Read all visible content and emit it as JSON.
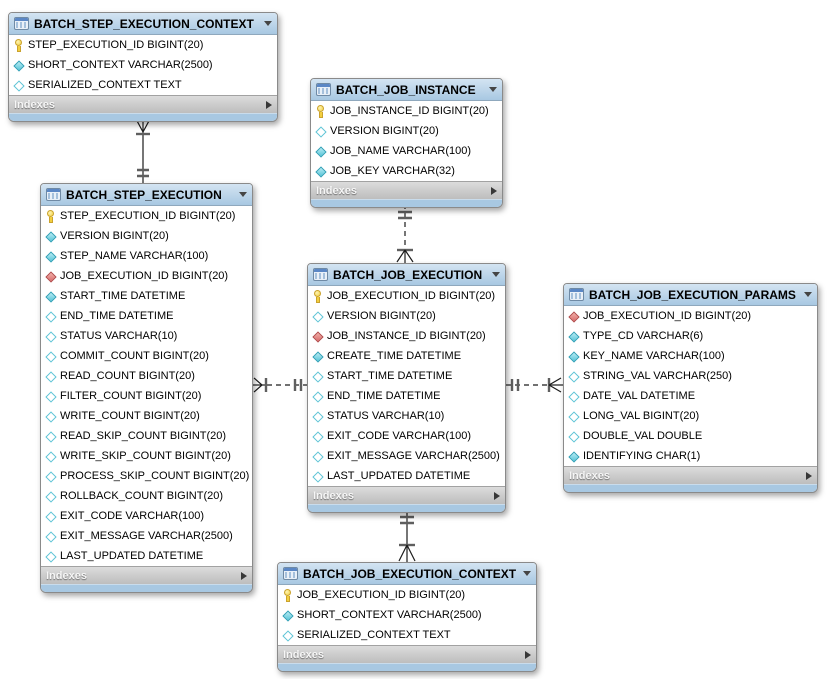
{
  "diagram": {
    "labels": {
      "indexes": "Indexes"
    },
    "colors": {
      "table_header_blue": "#aecbe4",
      "table_footer_blue": "#a8c8e2",
      "indexes_bar_gray": "#c6c6c6",
      "primary_key_yellow": "#f3cf3e",
      "not_null_cyan": "#6fd2e2",
      "foreign_key_red": "#d96c6c",
      "relationship_line": "#1c1c1c"
    },
    "tables": [
      {
        "title": "BATCH_STEP_EXECUTION_CONTEXT",
        "columns": [
          {
            "icon": "primary-key-icon",
            "text": "STEP_EXECUTION_ID BIGINT(20)"
          },
          {
            "icon": "not-null-icon",
            "text": "SHORT_CONTEXT VARCHAR(2500)"
          },
          {
            "icon": "nullable-icon",
            "text": "SERIALIZED_CONTEXT TEXT"
          }
        ]
      },
      {
        "title": "BATCH_JOB_INSTANCE",
        "columns": [
          {
            "icon": "primary-key-icon",
            "text": "JOB_INSTANCE_ID BIGINT(20)"
          },
          {
            "icon": "nullable-icon",
            "text": "VERSION BIGINT(20)"
          },
          {
            "icon": "not-null-icon",
            "text": "JOB_NAME VARCHAR(100)"
          },
          {
            "icon": "not-null-icon",
            "text": "JOB_KEY VARCHAR(32)"
          }
        ]
      },
      {
        "title": "BATCH_STEP_EXECUTION",
        "columns": [
          {
            "icon": "primary-key-icon",
            "text": "STEP_EXECUTION_ID BIGINT(20)"
          },
          {
            "icon": "not-null-icon",
            "text": "VERSION BIGINT(20)"
          },
          {
            "icon": "not-null-icon",
            "text": "STEP_NAME VARCHAR(100)"
          },
          {
            "icon": "foreign-key-icon",
            "text": "JOB_EXECUTION_ID BIGINT(20)"
          },
          {
            "icon": "not-null-icon",
            "text": "START_TIME DATETIME"
          },
          {
            "icon": "nullable-icon",
            "text": "END_TIME DATETIME"
          },
          {
            "icon": "nullable-icon",
            "text": "STATUS VARCHAR(10)"
          },
          {
            "icon": "nullable-icon",
            "text": "COMMIT_COUNT BIGINT(20)"
          },
          {
            "icon": "nullable-icon",
            "text": "READ_COUNT BIGINT(20)"
          },
          {
            "icon": "nullable-icon",
            "text": "FILTER_COUNT BIGINT(20)"
          },
          {
            "icon": "nullable-icon",
            "text": "WRITE_COUNT BIGINT(20)"
          },
          {
            "icon": "nullable-icon",
            "text": "READ_SKIP_COUNT BIGINT(20)"
          },
          {
            "icon": "nullable-icon",
            "text": "WRITE_SKIP_COUNT BIGINT(20)"
          },
          {
            "icon": "nullable-icon",
            "text": "PROCESS_SKIP_COUNT BIGINT(20)"
          },
          {
            "icon": "nullable-icon",
            "text": "ROLLBACK_COUNT BIGINT(20)"
          },
          {
            "icon": "nullable-icon",
            "text": "EXIT_CODE VARCHAR(100)"
          },
          {
            "icon": "nullable-icon",
            "text": "EXIT_MESSAGE VARCHAR(2500)"
          },
          {
            "icon": "nullable-icon",
            "text": "LAST_UPDATED DATETIME"
          }
        ]
      },
      {
        "title": "BATCH_JOB_EXECUTION",
        "columns": [
          {
            "icon": "primary-key-icon",
            "text": "JOB_EXECUTION_ID BIGINT(20)"
          },
          {
            "icon": "nullable-icon",
            "text": "VERSION BIGINT(20)"
          },
          {
            "icon": "foreign-key-icon",
            "text": "JOB_INSTANCE_ID BIGINT(20)"
          },
          {
            "icon": "not-null-icon",
            "text": "CREATE_TIME DATETIME"
          },
          {
            "icon": "nullable-icon",
            "text": "START_TIME DATETIME"
          },
          {
            "icon": "nullable-icon",
            "text": "END_TIME DATETIME"
          },
          {
            "icon": "nullable-icon",
            "text": "STATUS VARCHAR(10)"
          },
          {
            "icon": "nullable-icon",
            "text": "EXIT_CODE VARCHAR(100)"
          },
          {
            "icon": "nullable-icon",
            "text": "EXIT_MESSAGE VARCHAR(2500)"
          },
          {
            "icon": "nullable-icon",
            "text": "LAST_UPDATED DATETIME"
          }
        ]
      },
      {
        "title": "BATCH_JOB_EXECUTION_PARAMS",
        "columns": [
          {
            "icon": "foreign-key-icon",
            "text": "JOB_EXECUTION_ID BIGINT(20)"
          },
          {
            "icon": "not-null-icon",
            "text": "TYPE_CD VARCHAR(6)"
          },
          {
            "icon": "not-null-icon",
            "text": "KEY_NAME VARCHAR(100)"
          },
          {
            "icon": "nullable-icon",
            "text": "STRING_VAL VARCHAR(250)"
          },
          {
            "icon": "nullable-icon",
            "text": "DATE_VAL DATETIME"
          },
          {
            "icon": "nullable-icon",
            "text": "LONG_VAL BIGINT(20)"
          },
          {
            "icon": "nullable-icon",
            "text": "DOUBLE_VAL DOUBLE"
          },
          {
            "icon": "not-null-icon",
            "text": "IDENTIFYING CHAR(1)"
          }
        ]
      },
      {
        "title": "BATCH_JOB_EXECUTION_CONTEXT",
        "columns": [
          {
            "icon": "primary-key-icon",
            "text": "JOB_EXECUTION_ID BIGINT(20)"
          },
          {
            "icon": "not-null-icon",
            "text": "SHORT_CONTEXT VARCHAR(2500)"
          },
          {
            "icon": "nullable-icon",
            "text": "SERIALIZED_CONTEXT TEXT"
          }
        ]
      }
    ],
    "relationships": [
      {
        "from": "BATCH_STEP_EXECUTION",
        "to": "BATCH_STEP_EXECUTION_CONTEXT",
        "line": "solid",
        "from_end": "one-exactly",
        "to_end": "many"
      },
      {
        "from": "BATCH_JOB_INSTANCE",
        "to": "BATCH_JOB_EXECUTION",
        "line": "dashed",
        "from_end": "one-exactly",
        "to_end": "many"
      },
      {
        "from": "BATCH_JOB_EXECUTION",
        "to": "BATCH_STEP_EXECUTION",
        "line": "dashed",
        "from_end": "one-exactly",
        "to_end": "many"
      },
      {
        "from": "BATCH_JOB_EXECUTION",
        "to": "BATCH_JOB_EXECUTION_PARAMS",
        "line": "dashed",
        "from_end": "one-exactly",
        "to_end": "many"
      },
      {
        "from": "BATCH_JOB_EXECUTION",
        "to": "BATCH_JOB_EXECUTION_CONTEXT",
        "line": "solid",
        "from_end": "one-exactly",
        "to_end": "many"
      }
    ]
  }
}
